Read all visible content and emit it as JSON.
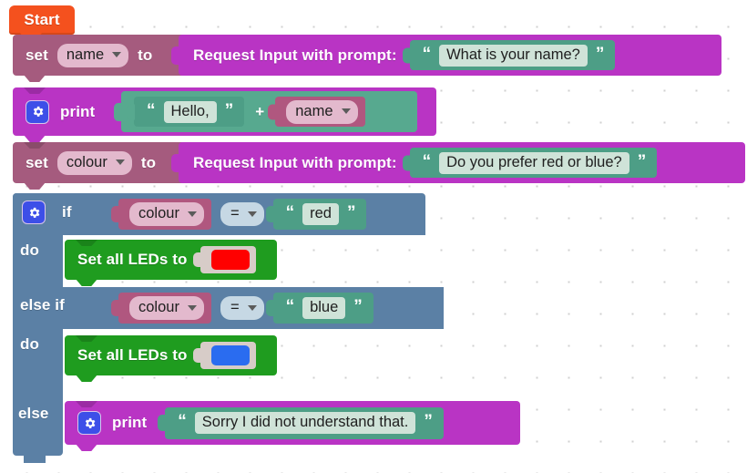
{
  "workspace": {
    "name": "blockly-workspace",
    "background": "#ffffff",
    "grid_dot_color": "#d0d0d0"
  },
  "palette": {
    "start": "#f4511e",
    "variable_set": "#a55b7e",
    "variable_get": "#b0577f",
    "text_magenta": "#b934c4",
    "text_green": "#4d9e86",
    "join_green": "#57a98f",
    "logic_blue": "#5b80a5",
    "led_green": "#1f9c1f",
    "colour_frame": "#d7ccc8",
    "gear_blue": "#3d4fe8",
    "field_text_bg": "#cfe3d8",
    "field_drop_bg": "#e3b9cd",
    "field_op_bg": "#c6d8e4"
  },
  "blocks": {
    "start": {
      "label": "Start"
    },
    "set_name": {
      "set_label": "set",
      "variable": "name",
      "to_label": "to",
      "value": {
        "label": "Request Input with prompt:",
        "text": "What is your name?",
        "open_quote": "“",
        "close_quote": "”"
      }
    },
    "print_hello": {
      "gear_icon": "gear-icon",
      "label": "print",
      "join": {
        "left_text": "Hello,",
        "operator": "+",
        "right_variable": "name",
        "open_quote": "“",
        "close_quote": "”"
      }
    },
    "set_colour": {
      "set_label": "set",
      "variable": "colour",
      "to_label": "to",
      "value": {
        "label": "Request Input with prompt:",
        "text": "Do you prefer red or blue?",
        "open_quote": "“",
        "close_quote": "”"
      }
    },
    "if_block": {
      "gear_icon": "gear-icon",
      "if_label": "if",
      "do_label": "do",
      "elseif_label": "else if",
      "do2_label": "do",
      "else_label": "else",
      "condition1": {
        "variable": "colour",
        "operator": "=",
        "text": "red",
        "open_quote": "“",
        "close_quote": "”"
      },
      "body1": {
        "label": "Set all LEDs to",
        "colour_value": "#ff0000"
      },
      "condition2": {
        "variable": "colour",
        "operator": "=",
        "text": "blue",
        "open_quote": "“",
        "close_quote": "”"
      },
      "body2": {
        "label": "Set all LEDs to",
        "colour_value": "#2a6cf0"
      },
      "else_body": {
        "gear_icon": "gear-icon",
        "label": "print",
        "text": "Sorry I did not understand that.",
        "open_quote": "“",
        "close_quote": "”"
      }
    }
  }
}
